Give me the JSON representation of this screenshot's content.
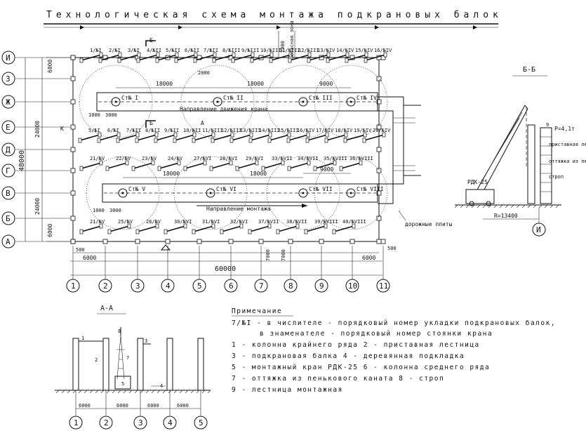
{
  "title": "Технологическая схема монтажа подкрановых балок",
  "section_bb_title": "Б-Б",
  "section_aa_title": "А-А",
  "row_axes": [
    "И",
    "З",
    "Ж",
    "Е",
    "Д",
    "Г",
    "В",
    "Б",
    "А"
  ],
  "column_axes": [
    "1",
    "2",
    "3",
    "4",
    "5",
    "6",
    "7",
    "8",
    "9",
    "10",
    "11"
  ],
  "column_axes_aa": [
    "1",
    "2",
    "3",
    "4",
    "5"
  ],
  "left_dims": [
    "6000",
    "24000",
    "48000",
    "24000",
    "6000"
  ],
  "bottom_dims": {
    "left": "6000",
    "total": "60000",
    "right": "6000",
    "offset_left": "500",
    "offset_right": "500",
    "zone_left": "7000",
    "zone_right": "7000"
  },
  "aa_dims": [
    "6000",
    "6000",
    "6000",
    "6000"
  ],
  "top_zone": {
    "dim": "7000",
    "label": "опасная зона"
  },
  "span_dims": {
    "top_18000": "18000",
    "top_9000": "9000",
    "mid_18000_a": "18000",
    "mid_18000_b": "18000",
    "mid_9000": "9000",
    "small_1000": "1000",
    "small_3000": "3000",
    "small_2000": "2000"
  },
  "crane_stops_top": [
    "Ст№ I",
    "Ст№ II",
    "Ст№ III",
    "Ст№ IV"
  ],
  "crane_stops_bottom": [
    "Ст№ V",
    "Ст№ VI",
    "Ст№ VII",
    "Ст№ VIII"
  ],
  "direction_crane": "Направление движения крана",
  "direction_mount": "Направление монтажа",
  "road_slabs": "дорожные плиты",
  "section_marks": {
    "b": "Б",
    "a": "А",
    "one": "1",
    "k": "К"
  },
  "beams_row_top": [
    "1/№I",
    "2/№I",
    "3/№I",
    "4/№II",
    "5/№II",
    "6/№II",
    "7/№II",
    "8/№III",
    "9/№III",
    "10/№III",
    "11/№III",
    "12/№III",
    "13/№IV",
    "14/№IV",
    "15/№IV",
    "16/№IV"
  ],
  "beams_row_e": [
    "5/№I",
    "6/№I",
    "7/№II",
    "8/№II",
    "9/№II",
    "10/№II",
    "11/№III",
    "12/№III",
    "13/№III",
    "14/№III",
    "15/№III",
    "16/№IV",
    "17/№IV",
    "18/№IV",
    "19/№IV",
    "20/№IV"
  ],
  "beams_row_d": [
    "21/№V",
    "22/№V",
    "23/№V",
    "24/№V",
    "27/№VI",
    "28/№VI",
    "29/№VI",
    "33/№VII",
    "34/№VII",
    "35/№VIII",
    "36/№VIII"
  ],
  "beams_row_b": [
    "21/№V",
    "25/№V",
    "26/№V",
    "30/№VI",
    "31/№VI",
    "32/№VI",
    "37/№VII",
    "38/№VII",
    "39/№VIII",
    "40/№VIII"
  ],
  "bb_labels": {
    "load": "Р=4,1т",
    "ladder": "приставная лестница",
    "guy": "оттяжка из пенькового каната",
    "sling": "строп",
    "crane": "РДК-25",
    "radius": "R=13400",
    "axis": "И",
    "n9": "9"
  },
  "aa_labels": {
    "n1": "1",
    "n2": "2",
    "n3": "3",
    "n4": "4",
    "n5": "5",
    "n7": "7",
    "n8": "8"
  },
  "notes": {
    "header": "Примечание",
    "lines": [
      "7/№I - в числителе - порядковый номер укладки подкрановых балок,",
      "в знаменателе - порядковый номер стоянки крана",
      "1 - колонна крайнего ряда   2 - приставная лестница",
      "3 - подкрановая балка   4 - деревянная подкладка",
      "5 - монтажный кран РДК-25   6 - колонна среднего ряда",
      "7 - оттяжка из пенькового каната   8 - строп",
      "9 - лестница монтажная"
    ]
  }
}
